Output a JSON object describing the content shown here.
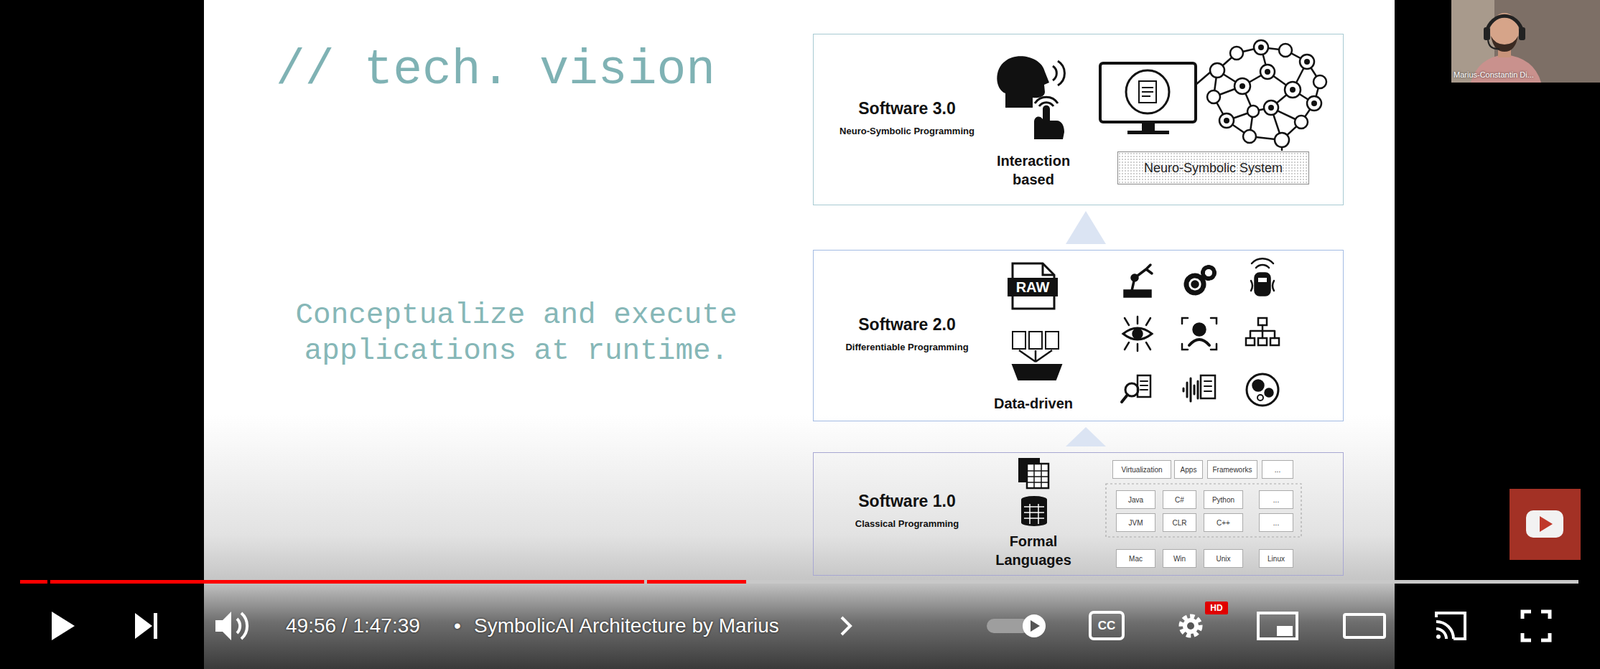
{
  "diagram": {
    "title": "// tech. vision",
    "nodes": [
      {
        "text": [
          "Software 3.0",
          "Neuro-Symbolic Programming",
          "Interaction based"
        ]
      },
      {
        "text": [
          "Neuro-Symbolic System"
        ],
        "in": 0
      },
      {
        "text": [
          "Software 2.0",
          "Differentiable Programming",
          "Data-driven"
        ]
      },
      {
        "text": [
          "Software 1.0",
          "Classical Programming",
          "Formal Languages"
        ]
      },
      {
        "text": [
          "Virtualization"
        ],
        "in": 3
      },
      {
        "text": [
          "Apps"
        ],
        "in": 3
      },
      {
        "text": [
          "Frameworks"
        ],
        "in": 3
      },
      {
        "text": [
          "..."
        ],
        "in": 3
      },
      {
        "text": [
          "Java"
        ],
        "in": 3
      },
      {
        "text": [
          "C#"
        ],
        "in": 3
      },
      {
        "text": [
          "Python"
        ],
        "in": 3
      },
      {
        "text": [
          "..."
        ],
        "in": 3
      },
      {
        "text": [
          "JVM"
        ],
        "in": 3
      },
      {
        "text": [
          "CLR"
        ],
        "in": 3
      },
      {
        "text": [
          "C++"
        ],
        "in": 3
      },
      {
        "text": [
          "..."
        ],
        "in": 3
      },
      {
        "text": [
          "Mac"
        ],
        "in": 3
      },
      {
        "text": [
          "Win"
        ],
        "in": 3
      },
      {
        "text": [
          "Unix"
        ],
        "in": 3
      },
      {
        "text": [
          "Linux"
        ],
        "in": 3
      }
    ],
    "edges": [
      {
        "from": 3,
        "to": 2,
        "arrow": "to"
      },
      {
        "from": 2,
        "to": 0,
        "arrow": "to"
      }
    ],
    "labels": [
      "Conceptualize and execute applications at runtime.",
      "RAW",
      "Marius-Constantin Di...",
      "49:56 / 1:47:39",
      "•",
      "SymbolicAI Architecture by Marius",
      "CC",
      "HD"
    ]
  }
}
